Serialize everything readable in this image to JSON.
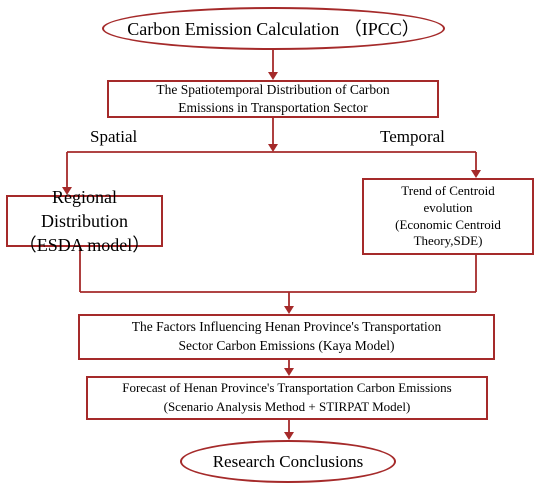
{
  "nodes": {
    "carbon_calc": "Carbon Emission Calculation （IPCC）",
    "distribution": [
      "The Spatiotemporal Distribution of Carbon",
      "Emissions in Transportation Sector"
    ],
    "regional": [
      "Regional Distribution",
      "（ESDA model）"
    ],
    "centroid": [
      "Trend of Centroid",
      "evolution",
      "(Economic Centroid",
      "Theory,SDE)"
    ],
    "factors": [
      "The Factors Influencing Henan Province's Transportation",
      "Sector Carbon Emissions (Kaya Model)"
    ],
    "forecast": [
      "Forecast of Henan Province's Transportation Carbon Emissions",
      "(Scenario Analysis Method + STIRPAT Model)"
    ],
    "conclusions": "Research Conclusions"
  },
  "branch_labels": {
    "spatial": "Spatial",
    "temporal": "Temporal"
  },
  "colors": {
    "accent": "#a52a2a",
    "text": "#000000",
    "background": "#ffffff"
  }
}
